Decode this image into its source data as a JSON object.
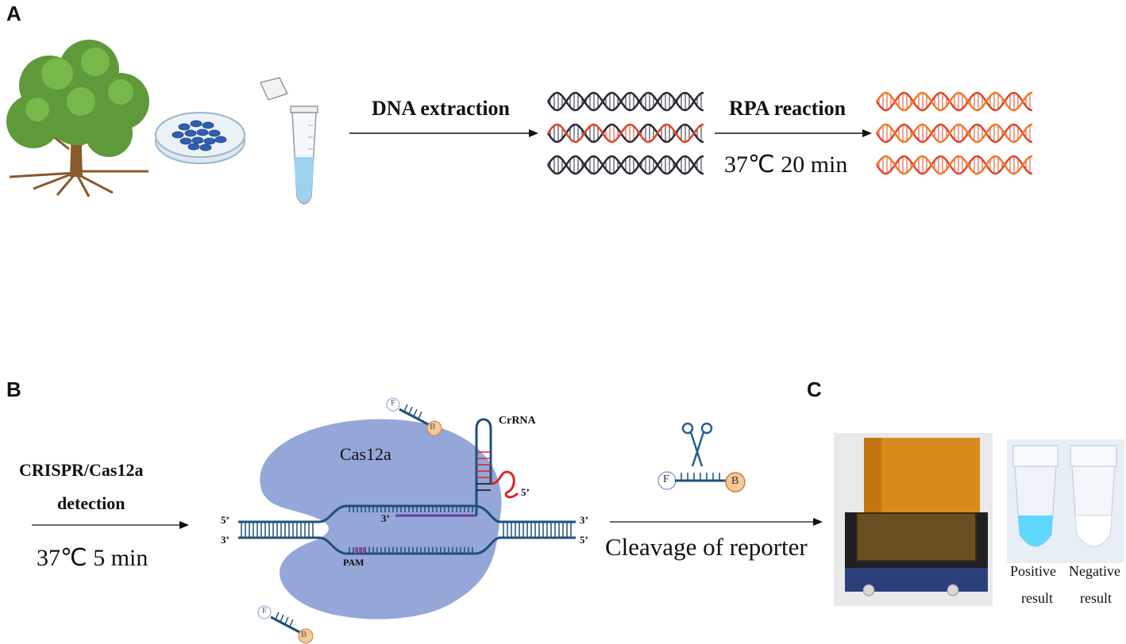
{
  "panels": {
    "a": "A",
    "b": "B",
    "c": "C"
  },
  "panel_a": {
    "step1_label": "DNA extraction",
    "step2_label": "RPA reaction",
    "step2_condition": "37℃ 20 min"
  },
  "panel_b": {
    "detection_line1": "CRISPR/Cas12a",
    "detection_line2": "detection",
    "condition": "37℃ 5 min",
    "enzyme": "Cas12a",
    "crrna": "CrRNA",
    "pam": "PAM",
    "five_prime": "5’",
    "three_prime": "3’",
    "reporter_f": "F",
    "reporter_b": "B",
    "cleavage": "Cleavage of reporter"
  },
  "panel_c": {
    "positive_line1": "Positive",
    "positive_line2": "result",
    "negative_line1": "Negative",
    "negative_line2": "result"
  },
  "colors": {
    "dna_dark": "#2a2a35",
    "dna_red": "#e0452a",
    "dna_orange": "#f07a2a",
    "cas_blue": "#8fa1d6",
    "strand_blue": "#1e4f7a",
    "crrna_red": "#d9262a",
    "pam_pink": "#c0369a",
    "fluor_blue": "#4fd4ff"
  }
}
